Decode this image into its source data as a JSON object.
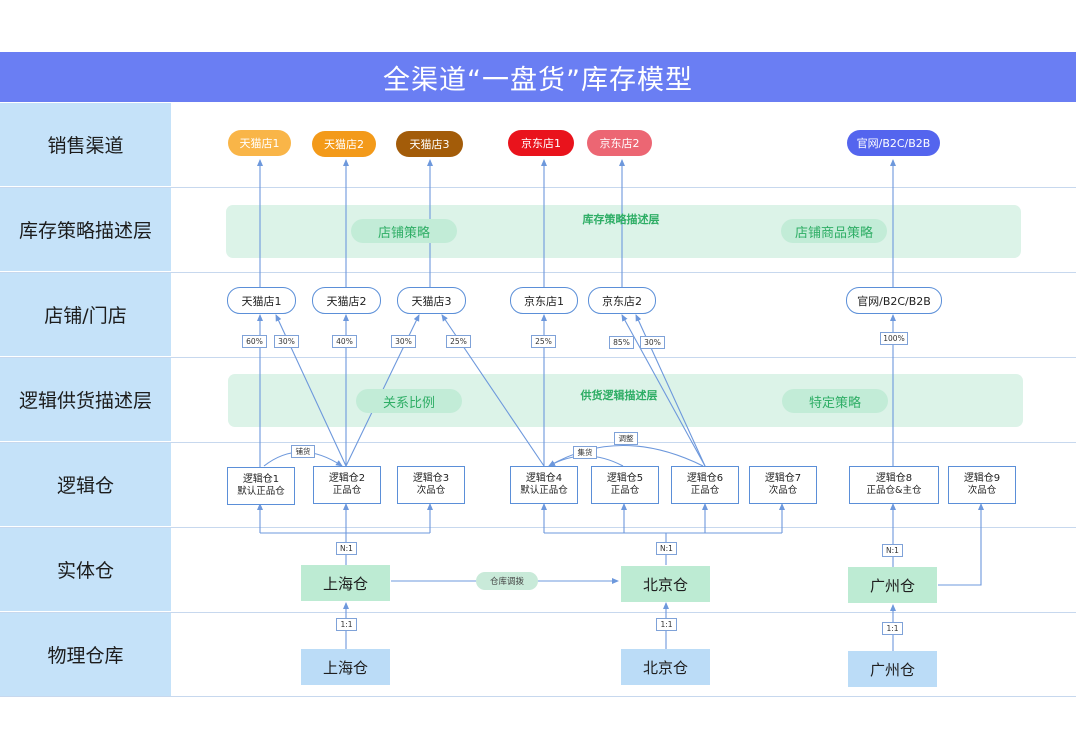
{
  "title": "全渠道“一盘货”库存模型",
  "rows": {
    "sales_channel": "销售渠道",
    "inventory_strategy_layer": "库存策略描述层",
    "stores": "店铺/门店",
    "logic_supply_layer": "逻辑供货描述层",
    "logic_warehouse": "逻辑仓",
    "entity_warehouse": "实体仓",
    "physical_warehouse": "物理仓库"
  },
  "channels": {
    "tmall1": "天猫店1",
    "tmall2": "天猫店2",
    "tmall3": "天猫店3",
    "jd1": "京东店1",
    "jd2": "京东店2",
    "official": "官网/B2C/B2B"
  },
  "colors": {
    "title_bar": "#6a7ef3",
    "row_label_bg": "#c5e2f9",
    "tmall1": "#f9b548",
    "tmall2": "#f39a1a",
    "tmall3": "#a35c09",
    "jd1": "#e9131c",
    "jd2": "#ec6673",
    "official": "#5465ee",
    "band": "#dcf3e8",
    "band_text": "#2fae66",
    "entity_box": "#bdebd3",
    "physical_box": "#bbdcf7",
    "line": "#6d98dc"
  },
  "strategy_layer": {
    "title": "库存策略描述层",
    "left_chip": "店铺策略",
    "right_chip": "店铺商品策略"
  },
  "stores": {
    "tmall1": "天猫店1",
    "tmall2": "天猫店2",
    "tmall3": "天猫店3",
    "jd1": "京东店1",
    "jd2": "京东店2",
    "official": "官网/B2C/B2B"
  },
  "percent_labels": {
    "p1": "60%",
    "p2": "30%",
    "p3": "40%",
    "p4": "30%",
    "p5": "25%",
    "p6": "25%",
    "p7": "85%",
    "p8": "30%",
    "p9": "100%"
  },
  "supply_layer": {
    "title": "供货逻辑描述层",
    "left_chip": "关系比例",
    "right_chip": "特定策略"
  },
  "logic_warehouses": {
    "w1": {
      "name": "逻辑仓1",
      "type": "默认正品仓"
    },
    "w2": {
      "name": "逻辑仓2",
      "type": "正品仓"
    },
    "w3": {
      "name": "逻辑仓3",
      "type": "次品仓"
    },
    "w4": {
      "name": "逻辑仓4",
      "type": "默认正品仓"
    },
    "w5": {
      "name": "逻辑仓5",
      "type": "正品仓"
    },
    "w6": {
      "name": "逻辑仓6",
      "type": "正品仓"
    },
    "w7": {
      "name": "逻辑仓7",
      "type": "次品仓"
    },
    "w8": {
      "name": "逻辑仓8",
      "type": "正品仓&主仓"
    },
    "w9": {
      "name": "逻辑仓9",
      "type": "次品仓"
    }
  },
  "arc_labels": {
    "supplement": "铺货",
    "collect": "集货",
    "adjust": "调整"
  },
  "ratios": {
    "n1_sh": "N:1",
    "n1_bj": "N:1",
    "n1_gz": "N:1",
    "one_sh": "1:1",
    "one_bj": "1:1",
    "one_gz": "1:1"
  },
  "entity_warehouses": {
    "shanghai": "上海仓",
    "beijing": "北京仓",
    "guangzhou": "广州仓"
  },
  "transfer_label": "仓库调拨",
  "physical_warehouses": {
    "shanghai": "上海仓",
    "beijing": "北京仓",
    "guangzhou": "广州仓"
  }
}
